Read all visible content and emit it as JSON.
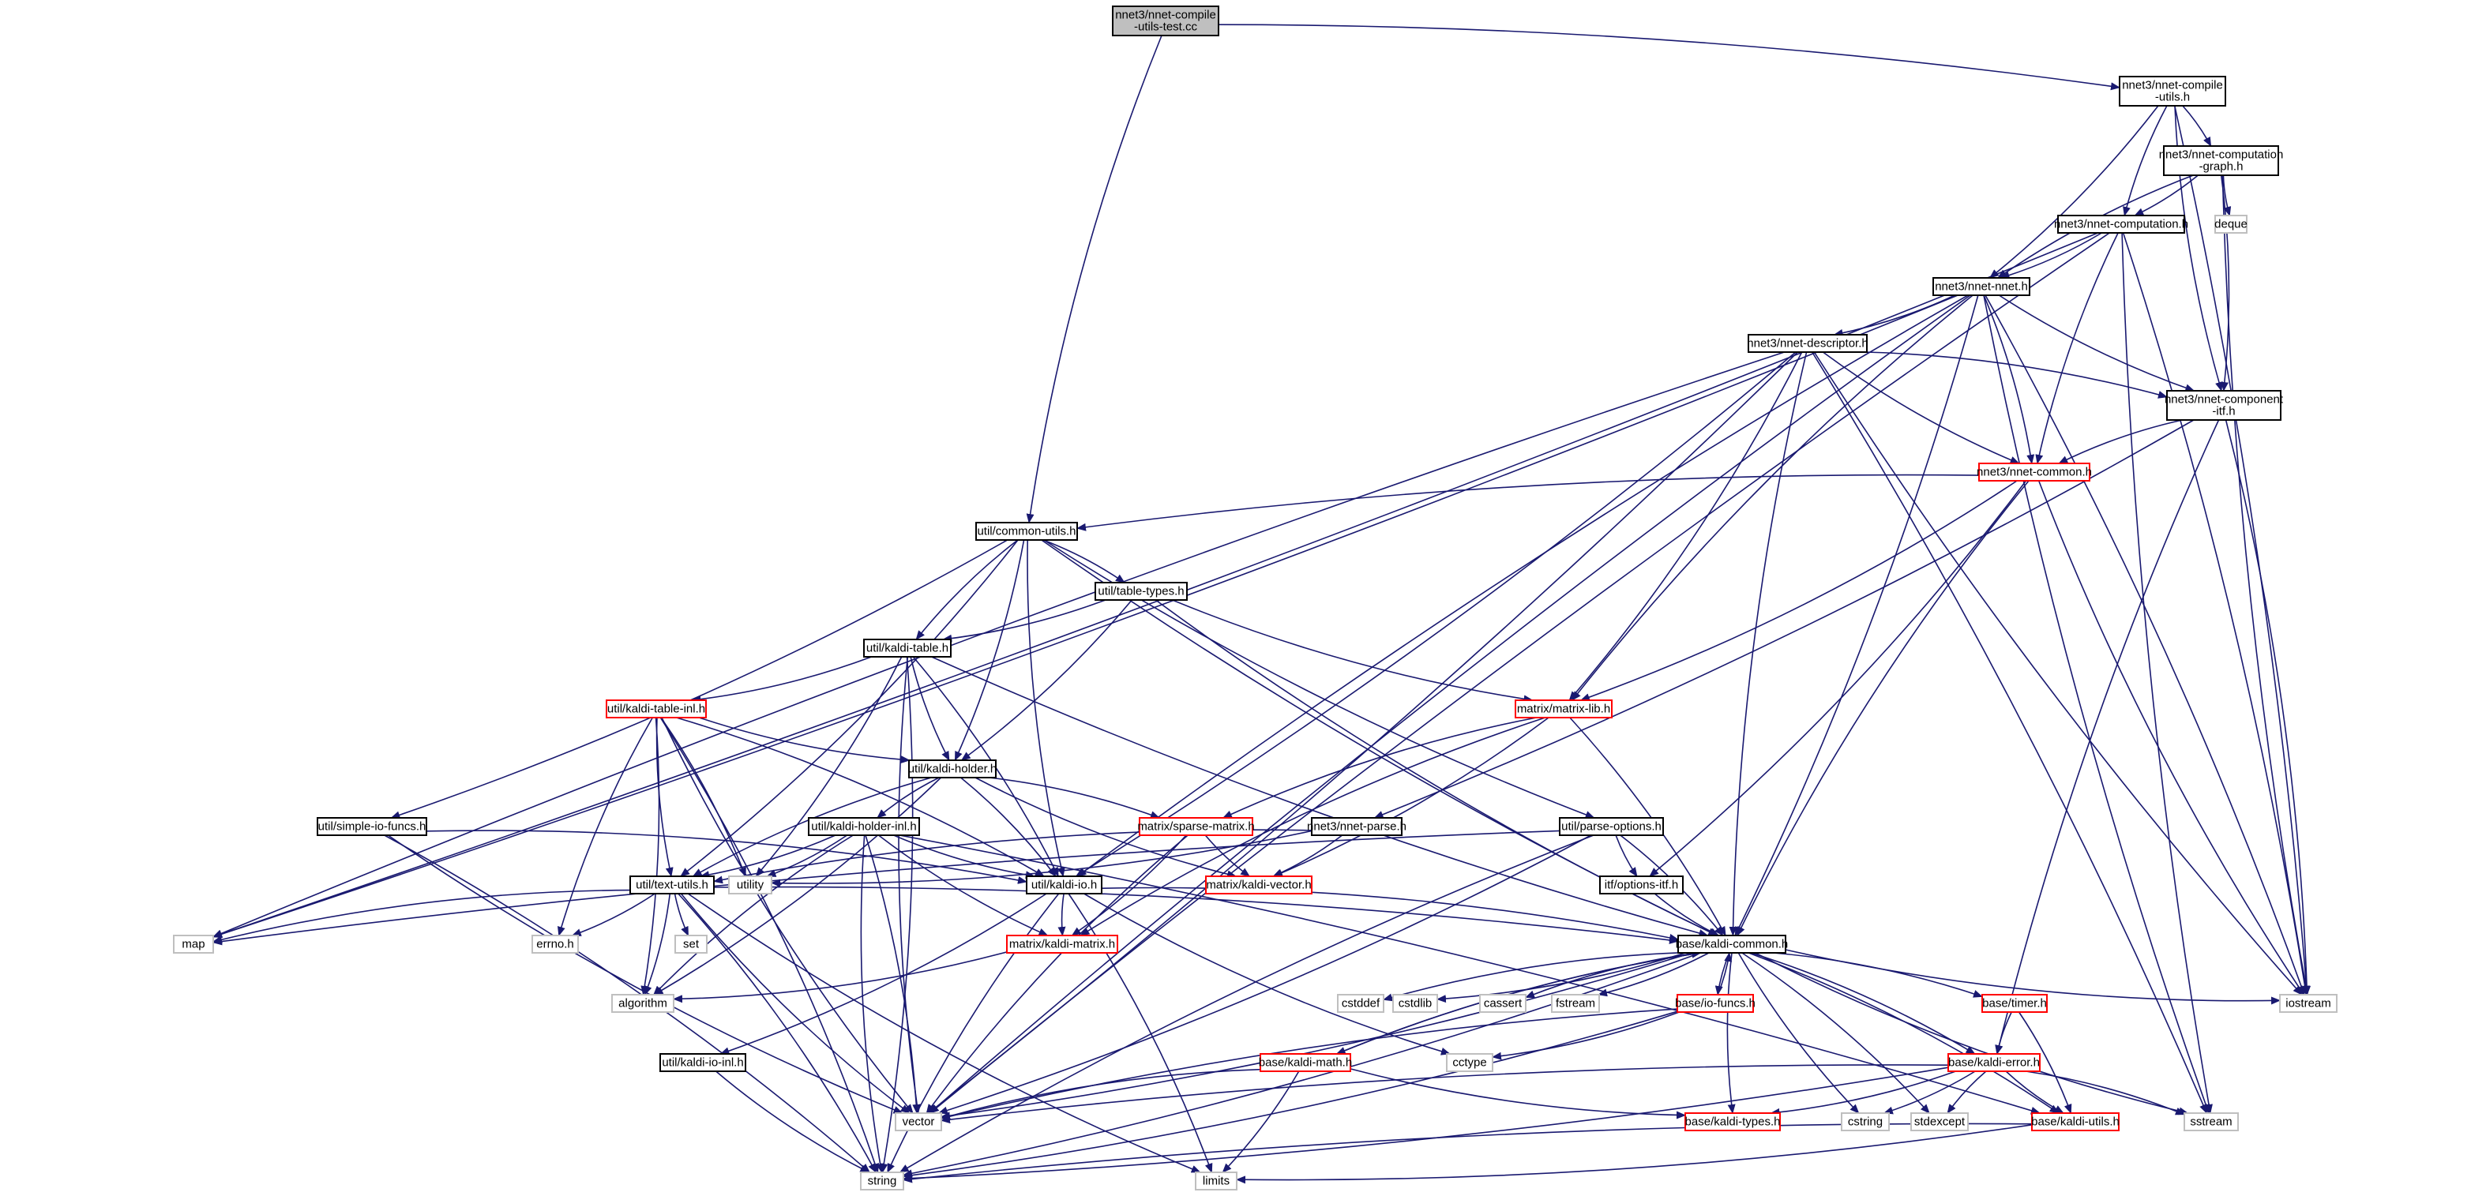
{
  "graph": {
    "colors": {
      "edge": "#191970",
      "root_fill": "#bfbfbf",
      "box_border": "#000000",
      "truncated_border": "#ff0000",
      "system_border": "#bfbfbf",
      "text": "#000000"
    },
    "nodes": [
      {
        "id": "root",
        "lines": [
          "nnet3/nnet-compile",
          "-utils-test.cc"
        ],
        "style": "root"
      },
      {
        "id": "compile_utils",
        "lines": [
          "nnet3/nnet-compile",
          "-utils.h"
        ],
        "style": "normal"
      },
      {
        "id": "comp_graph",
        "lines": [
          "nnet3/nnet-computation",
          "-graph.h"
        ],
        "style": "normal"
      },
      {
        "id": "deque",
        "lines": [
          "deque"
        ],
        "style": "system"
      },
      {
        "id": "computation",
        "lines": [
          "nnet3/nnet-computation.h"
        ],
        "style": "normal"
      },
      {
        "id": "nnet",
        "lines": [
          "nnet3/nnet-nnet.h"
        ],
        "style": "normal"
      },
      {
        "id": "descriptor",
        "lines": [
          "nnet3/nnet-descriptor.h"
        ],
        "style": "normal"
      },
      {
        "id": "component_itf",
        "lines": [
          "nnet3/nnet-component",
          "-itf.h"
        ],
        "style": "normal"
      },
      {
        "id": "nnet_common",
        "lines": [
          "nnet3/nnet-common.h"
        ],
        "style": "truncated"
      },
      {
        "id": "common_utils",
        "lines": [
          "util/common-utils.h"
        ],
        "style": "normal"
      },
      {
        "id": "table_types",
        "lines": [
          "util/table-types.h"
        ],
        "style": "normal"
      },
      {
        "id": "kaldi_table",
        "lines": [
          "util/kaldi-table.h"
        ],
        "style": "normal"
      },
      {
        "id": "matrix_lib",
        "lines": [
          "matrix/matrix-lib.h"
        ],
        "style": "truncated"
      },
      {
        "id": "table_inl",
        "lines": [
          "util/kaldi-table-inl.h"
        ],
        "style": "truncated"
      },
      {
        "id": "kaldi_holder",
        "lines": [
          "util/kaldi-holder.h"
        ],
        "style": "normal"
      },
      {
        "id": "parse_options",
        "lines": [
          "util/parse-options.h"
        ],
        "style": "normal"
      },
      {
        "id": "simple_io",
        "lines": [
          "util/simple-io-funcs.h"
        ],
        "style": "normal"
      },
      {
        "id": "holder_inl",
        "lines": [
          "util/kaldi-holder-inl.h"
        ],
        "style": "normal"
      },
      {
        "id": "sparse_matrix",
        "lines": [
          "matrix/sparse-matrix.h"
        ],
        "style": "truncated"
      },
      {
        "id": "nnet_parse",
        "lines": [
          "nnet3/nnet-parse.h"
        ],
        "style": "normal"
      },
      {
        "id": "kaldi_vector",
        "lines": [
          "matrix/kaldi-vector.h"
        ],
        "style": "truncated"
      },
      {
        "id": "options_itf",
        "lines": [
          "itf/options-itf.h"
        ],
        "style": "normal"
      },
      {
        "id": "text_utils",
        "lines": [
          "util/text-utils.h"
        ],
        "style": "normal"
      },
      {
        "id": "utility",
        "lines": [
          "utility"
        ],
        "style": "system"
      },
      {
        "id": "kaldi_io",
        "lines": [
          "util/kaldi-io.h"
        ],
        "style": "normal"
      },
      {
        "id": "map",
        "lines": [
          "map"
        ],
        "style": "system"
      },
      {
        "id": "errno",
        "lines": [
          "errno.h"
        ],
        "style": "system"
      },
      {
        "id": "set",
        "lines": [
          "set"
        ],
        "style": "system"
      },
      {
        "id": "kaldi_matrix",
        "lines": [
          "matrix/kaldi-matrix.h"
        ],
        "style": "truncated"
      },
      {
        "id": "kaldi_common",
        "lines": [
          "base/kaldi-common.h"
        ],
        "style": "normal"
      },
      {
        "id": "algorithm",
        "lines": [
          "algorithm"
        ],
        "style": "system"
      },
      {
        "id": "cstddef",
        "lines": [
          "cstddef"
        ],
        "style": "system"
      },
      {
        "id": "cstdlib",
        "lines": [
          "cstdlib"
        ],
        "style": "system"
      },
      {
        "id": "cassert",
        "lines": [
          "cassert"
        ],
        "style": "system"
      },
      {
        "id": "fstream",
        "lines": [
          "fstream"
        ],
        "style": "system"
      },
      {
        "id": "io_funcs",
        "lines": [
          "base/io-funcs.h"
        ],
        "style": "truncated"
      },
      {
        "id": "timer",
        "lines": [
          "base/timer.h"
        ],
        "style": "truncated"
      },
      {
        "id": "iostream",
        "lines": [
          "iostream"
        ],
        "style": "system"
      },
      {
        "id": "io_inl",
        "lines": [
          "util/kaldi-io-inl.h"
        ],
        "style": "normal"
      },
      {
        "id": "kaldi_math",
        "lines": [
          "base/kaldi-math.h"
        ],
        "style": "truncated"
      },
      {
        "id": "cctype",
        "lines": [
          "cctype"
        ],
        "style": "system"
      },
      {
        "id": "kaldi_error",
        "lines": [
          "base/kaldi-error.h"
        ],
        "style": "truncated"
      },
      {
        "id": "vector",
        "lines": [
          "vector"
        ],
        "style": "system"
      },
      {
        "id": "kaldi_types",
        "lines": [
          "base/kaldi-types.h"
        ],
        "style": "truncated"
      },
      {
        "id": "cstring",
        "lines": [
          "cstring"
        ],
        "style": "system"
      },
      {
        "id": "stdexcept",
        "lines": [
          "stdexcept"
        ],
        "style": "system"
      },
      {
        "id": "kaldi_utils",
        "lines": [
          "base/kaldi-utils.h"
        ],
        "style": "truncated"
      },
      {
        "id": "sstream",
        "lines": [
          "sstream"
        ],
        "style": "system"
      },
      {
        "id": "string",
        "lines": [
          "string"
        ],
        "style": "system"
      },
      {
        "id": "limits",
        "lines": [
          "limits"
        ],
        "style": "system"
      }
    ],
    "edges": [
      [
        "root",
        "compile_utils"
      ],
      [
        "root",
        "common_utils"
      ],
      [
        "compile_utils",
        "comp_graph"
      ],
      [
        "compile_utils",
        "computation"
      ],
      [
        "compile_utils",
        "nnet"
      ],
      [
        "compile_utils",
        "component_itf"
      ],
      [
        "compile_utils",
        "iostream"
      ],
      [
        "comp_graph",
        "deque"
      ],
      [
        "comp_graph",
        "computation"
      ],
      [
        "comp_graph",
        "nnet"
      ],
      [
        "comp_graph",
        "component_itf"
      ],
      [
        "comp_graph",
        "iostream"
      ],
      [
        "computation",
        "nnet"
      ],
      [
        "computation",
        "nnet_common"
      ],
      [
        "computation",
        "map"
      ],
      [
        "computation",
        "vector"
      ],
      [
        "computation",
        "iostream"
      ],
      [
        "computation",
        "sstream"
      ],
      [
        "nnet",
        "descriptor"
      ],
      [
        "nnet",
        "component_itf"
      ],
      [
        "nnet",
        "nnet_common"
      ],
      [
        "nnet",
        "matrix_lib"
      ],
      [
        "nnet",
        "kaldi_common"
      ],
      [
        "nnet",
        "kaldi_io"
      ],
      [
        "nnet",
        "map"
      ],
      [
        "nnet",
        "vector"
      ],
      [
        "nnet",
        "iostream"
      ],
      [
        "nnet",
        "sstream"
      ],
      [
        "descriptor",
        "component_itf"
      ],
      [
        "descriptor",
        "nnet_common"
      ],
      [
        "descriptor",
        "matrix_lib"
      ],
      [
        "descriptor",
        "kaldi_common"
      ],
      [
        "descriptor",
        "kaldi_io"
      ],
      [
        "descriptor",
        "map"
      ],
      [
        "descriptor",
        "vector"
      ],
      [
        "descriptor",
        "iostream"
      ],
      [
        "descriptor",
        "sstream"
      ],
      [
        "component_itf",
        "nnet_common"
      ],
      [
        "component_itf",
        "nnet_parse"
      ],
      [
        "component_itf",
        "kaldi_error"
      ],
      [
        "component_itf",
        "iostream"
      ],
      [
        "nnet_common",
        "common_utils"
      ],
      [
        "nnet_common",
        "matrix_lib"
      ],
      [
        "nnet_common",
        "kaldi_common"
      ],
      [
        "nnet_common",
        "options_itf"
      ],
      [
        "nnet_common",
        "iostream"
      ],
      [
        "common_utils",
        "table_types"
      ],
      [
        "common_utils",
        "kaldi_table"
      ],
      [
        "common_utils",
        "kaldi_holder"
      ],
      [
        "common_utils",
        "parse_options"
      ],
      [
        "common_utils",
        "simple_io"
      ],
      [
        "common_utils",
        "kaldi_io"
      ],
      [
        "common_utils",
        "text_utils"
      ],
      [
        "common_utils",
        "kaldi_common"
      ],
      [
        "table_types",
        "kaldi_table"
      ],
      [
        "table_types",
        "matrix_lib"
      ],
      [
        "table_types",
        "kaldi_holder"
      ],
      [
        "table_types",
        "kaldi_common"
      ],
      [
        "kaldi_table",
        "table_inl"
      ],
      [
        "kaldi_table",
        "kaldi_holder"
      ],
      [
        "kaldi_table",
        "kaldi_io"
      ],
      [
        "kaldi_table",
        "kaldi_common"
      ],
      [
        "kaldi_table",
        "utility"
      ],
      [
        "kaldi_table",
        "vector"
      ],
      [
        "kaldi_table",
        "string"
      ],
      [
        "matrix_lib",
        "sparse_matrix"
      ],
      [
        "matrix_lib",
        "kaldi_vector"
      ],
      [
        "matrix_lib",
        "kaldi_matrix"
      ],
      [
        "matrix_lib",
        "kaldi_common"
      ],
      [
        "table_inl",
        "kaldi_holder"
      ],
      [
        "table_inl",
        "kaldi_io"
      ],
      [
        "table_inl",
        "text_utils"
      ],
      [
        "table_inl",
        "utility"
      ],
      [
        "table_inl",
        "errno"
      ],
      [
        "table_inl",
        "algorithm"
      ],
      [
        "table_inl",
        "vector"
      ],
      [
        "table_inl",
        "string"
      ],
      [
        "kaldi_holder",
        "holder_inl"
      ],
      [
        "kaldi_holder",
        "sparse_matrix"
      ],
      [
        "kaldi_holder",
        "kaldi_vector"
      ],
      [
        "kaldi_holder",
        "kaldi_io"
      ],
      [
        "kaldi_holder",
        "text_utils"
      ],
      [
        "kaldi_holder",
        "algorithm"
      ],
      [
        "parse_options",
        "options_itf"
      ],
      [
        "parse_options",
        "kaldi_common"
      ],
      [
        "parse_options",
        "map"
      ],
      [
        "parse_options",
        "vector"
      ],
      [
        "parse_options",
        "string"
      ],
      [
        "simple_io",
        "kaldi_io"
      ],
      [
        "simple_io",
        "vector"
      ],
      [
        "simple_io",
        "string"
      ],
      [
        "holder_inl",
        "kaldi_io"
      ],
      [
        "holder_inl",
        "text_utils"
      ],
      [
        "holder_inl",
        "kaldi_matrix"
      ],
      [
        "holder_inl",
        "utility"
      ],
      [
        "holder_inl",
        "algorithm"
      ],
      [
        "holder_inl",
        "vector"
      ],
      [
        "holder_inl",
        "string"
      ],
      [
        "holder_inl",
        "kaldi_utils"
      ],
      [
        "sparse_matrix",
        "kaldi_vector"
      ],
      [
        "sparse_matrix",
        "kaldi_matrix"
      ],
      [
        "sparse_matrix",
        "vector"
      ],
      [
        "nnet_parse",
        "kaldi_vector"
      ],
      [
        "nnet_parse",
        "text_utils"
      ],
      [
        "nnet_parse",
        "utility"
      ],
      [
        "options_itf",
        "kaldi_common"
      ],
      [
        "text_utils",
        "kaldi_common"
      ],
      [
        "text_utils",
        "map"
      ],
      [
        "text_utils",
        "errno"
      ],
      [
        "text_utils",
        "set"
      ],
      [
        "text_utils",
        "algorithm"
      ],
      [
        "text_utils",
        "vector"
      ],
      [
        "text_utils",
        "string"
      ],
      [
        "text_utils",
        "limits"
      ],
      [
        "kaldi_io",
        "kaldi_common"
      ],
      [
        "kaldi_io",
        "kaldi_matrix"
      ],
      [
        "kaldi_io",
        "io_inl"
      ],
      [
        "kaldi_io",
        "cctype"
      ],
      [
        "kaldi_io",
        "limits"
      ],
      [
        "kaldi_io",
        "string"
      ],
      [
        "kaldi_matrix",
        "algorithm"
      ],
      [
        "kaldi_common",
        "cstddef"
      ],
      [
        "kaldi_common",
        "cstdlib"
      ],
      [
        "kaldi_common",
        "cassert"
      ],
      [
        "kaldi_common",
        "fstream"
      ],
      [
        "kaldi_common",
        "io_funcs"
      ],
      [
        "kaldi_common",
        "timer"
      ],
      [
        "kaldi_common",
        "kaldi_math"
      ],
      [
        "kaldi_common",
        "kaldi_error"
      ],
      [
        "kaldi_common",
        "kaldi_types"
      ],
      [
        "kaldi_common",
        "kaldi_utils"
      ],
      [
        "kaldi_common",
        "iostream"
      ],
      [
        "kaldi_common",
        "vector"
      ],
      [
        "kaldi_common",
        "cstring"
      ],
      [
        "kaldi_common",
        "stdexcept"
      ],
      [
        "kaldi_common",
        "sstream"
      ],
      [
        "kaldi_common",
        "string"
      ],
      [
        "io_funcs",
        "kaldi_common"
      ],
      [
        "io_funcs",
        "cctype"
      ],
      [
        "io_funcs",
        "vector"
      ],
      [
        "io_funcs",
        "string"
      ],
      [
        "timer",
        "kaldi_error"
      ],
      [
        "timer",
        "kaldi_utils"
      ],
      [
        "io_inl",
        "string"
      ],
      [
        "kaldi_math",
        "kaldi_common"
      ],
      [
        "kaldi_math",
        "vector"
      ],
      [
        "kaldi_math",
        "limits"
      ],
      [
        "kaldi_math",
        "kaldi_types"
      ],
      [
        "kaldi_error",
        "kaldi_types"
      ],
      [
        "kaldi_error",
        "kaldi_utils"
      ],
      [
        "kaldi_error",
        "cstring"
      ],
      [
        "kaldi_error",
        "stdexcept"
      ],
      [
        "kaldi_error",
        "sstream"
      ],
      [
        "kaldi_error",
        "vector"
      ],
      [
        "kaldi_error",
        "string"
      ],
      [
        "kaldi_utils",
        "string"
      ],
      [
        "kaldi_utils",
        "limits"
      ]
    ]
  }
}
